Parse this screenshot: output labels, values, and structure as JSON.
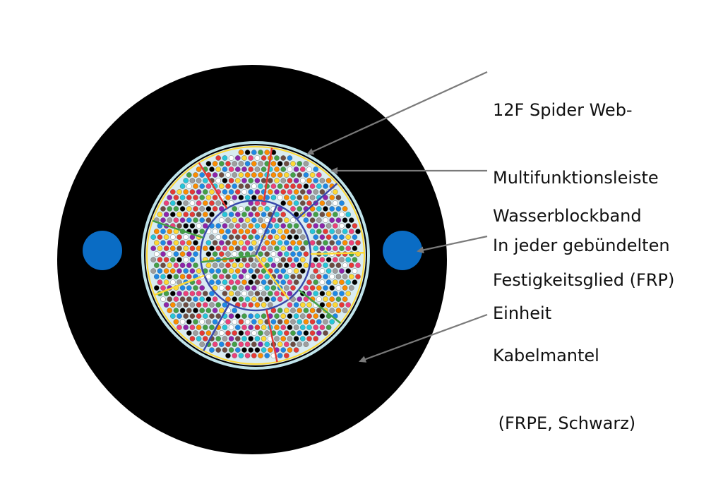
{
  "labels": {
    "spider_web": {
      "line1": "12F Spider Web-",
      "line2": "Multifunktionsleiste",
      "line3": "In jeder gebündelten",
      "line4": "Einheit"
    },
    "water_block": "Wasserblockband",
    "strength_member": "Festigkeitsglied (FRP)",
    "jacket": {
      "line1": "Kabelmantel",
      "line2": " (FRPE, Schwarz)"
    }
  },
  "colors": {
    "jacket": "#000000",
    "strength_member": "#0a6cc4",
    "core_fill": "#d9ecf2",
    "leader_line": "#7a7a7a",
    "fibers": [
      "#e53935",
      "#1e88e5",
      "#43a047",
      "#fdd835",
      "#8e24aa",
      "#fb8c00",
      "#000000",
      "#ffffff",
      "#6d4c41",
      "#ec407a",
      "#26c6da",
      "#9e9e9e"
    ],
    "segment_outlines": [
      "#e53935",
      "#3949ab",
      "#fdd835",
      "#43a047"
    ]
  }
}
